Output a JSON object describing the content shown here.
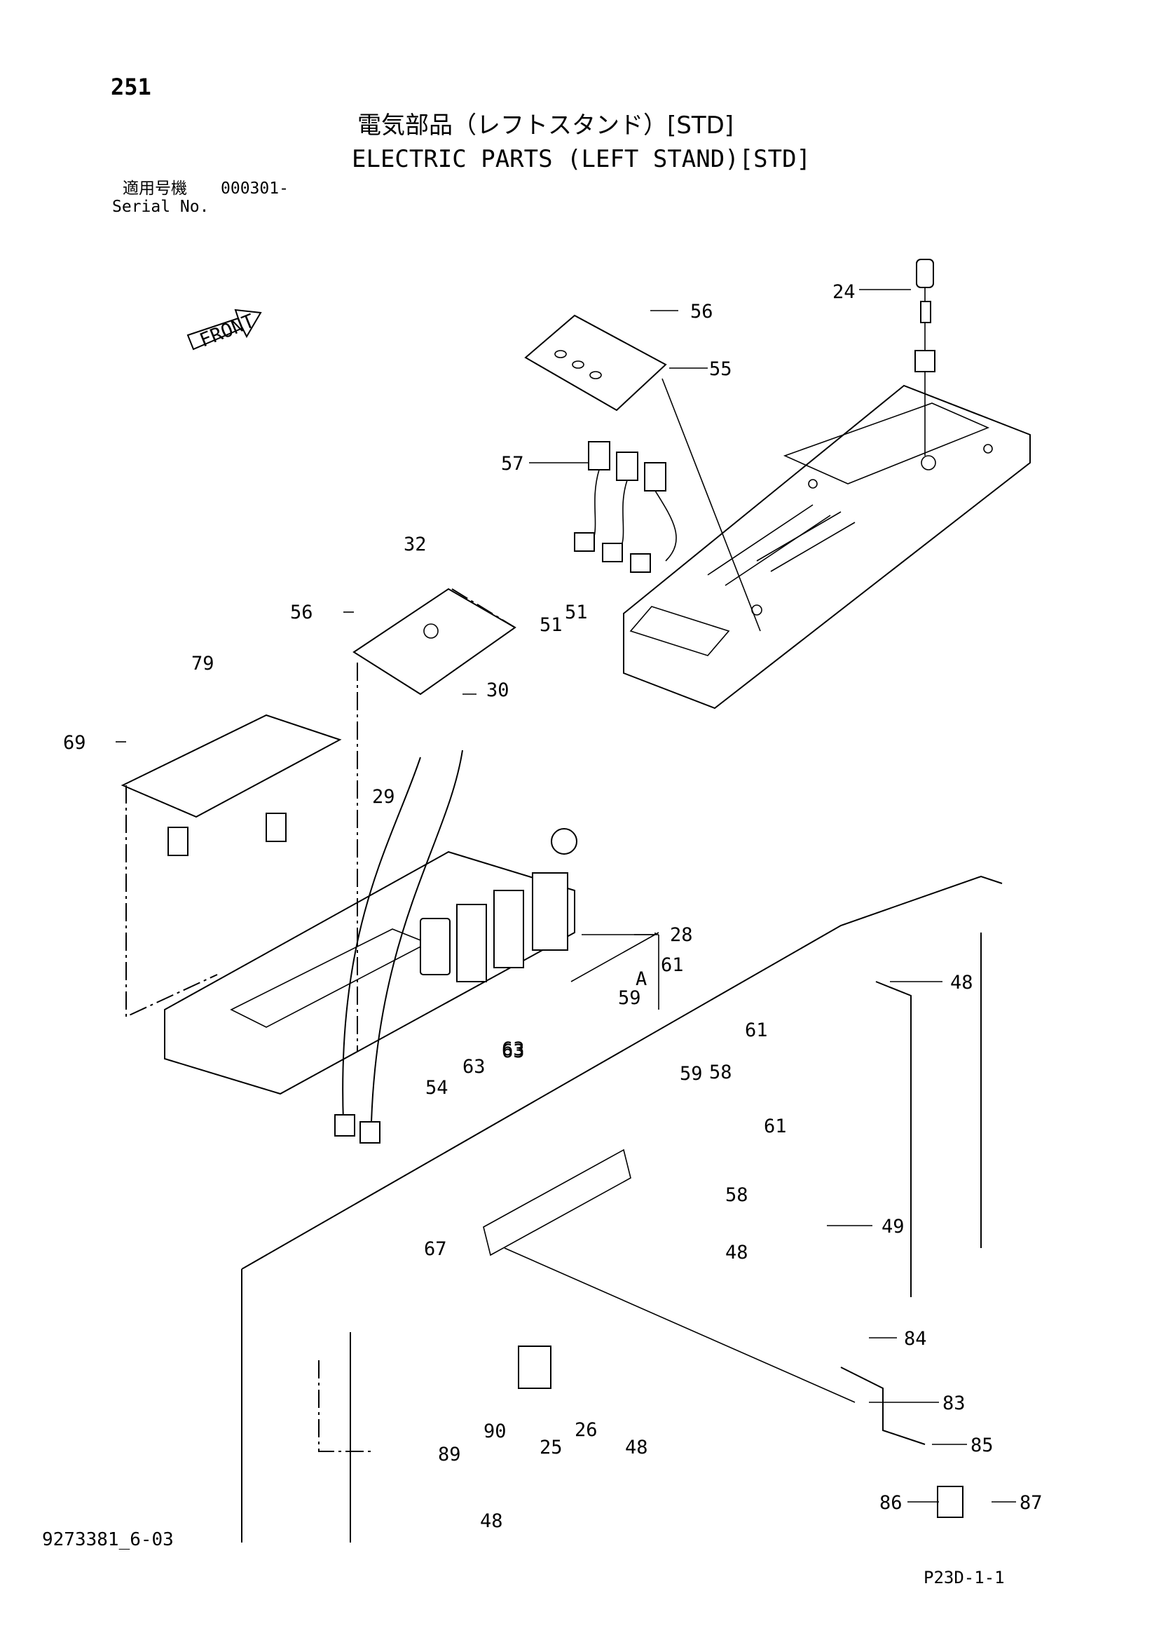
{
  "header": {
    "page_number": "251",
    "title_jp": "電気部品（レフトスタンド）[STD]",
    "title_en": "ELECTRIC PARTS (LEFT STAND)[STD]",
    "serial_label_jp": "適用号機",
    "serial_value": "000301-",
    "serial_label_en": "Serial No."
  },
  "diagram": {
    "front_label": "FRONT",
    "detail_label": "A",
    "callouts": [
      "24",
      "56",
      "55",
      "57",
      "32",
      "56",
      "51",
      "51",
      "79",
      "30",
      "69",
      "29",
      "28",
      "48",
      "61",
      "59",
      "63",
      "63",
      "54",
      "63",
      "61",
      "58",
      "59",
      "61",
      "58",
      "49",
      "67",
      "48",
      "84",
      "83",
      "26",
      "90",
      "25",
      "48",
      "89",
      "85",
      "86",
      "87",
      "48"
    ]
  },
  "footer": {
    "doc_number": "9273381_6-03",
    "page_code": "P23D-1-1"
  }
}
